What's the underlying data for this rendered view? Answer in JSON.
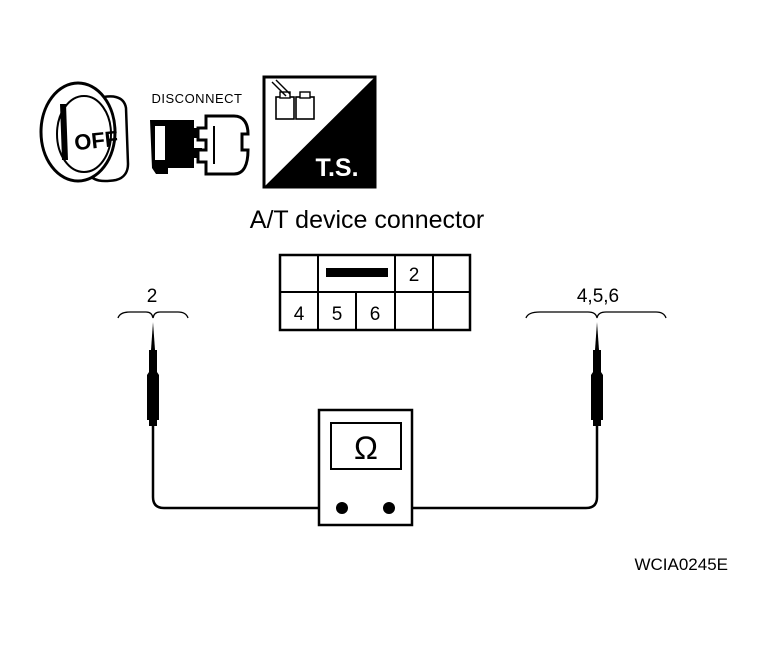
{
  "icons": {
    "key_text": "OFF",
    "disconnect_text": "DISCONNECT",
    "ts_text": "T.S."
  },
  "connector": {
    "title": "A/T device connector",
    "cells_top": [
      "",
      "",
      "2",
      ""
    ],
    "cells_bottom": [
      "4",
      "5",
      "6",
      "",
      ""
    ]
  },
  "probes": {
    "left_label": "2",
    "right_label": "4,5,6"
  },
  "meter": {
    "symbol": "Ω"
  },
  "figure_id": "WCIA0245E",
  "colors": {
    "line": "#000000",
    "background": "#ffffff"
  }
}
